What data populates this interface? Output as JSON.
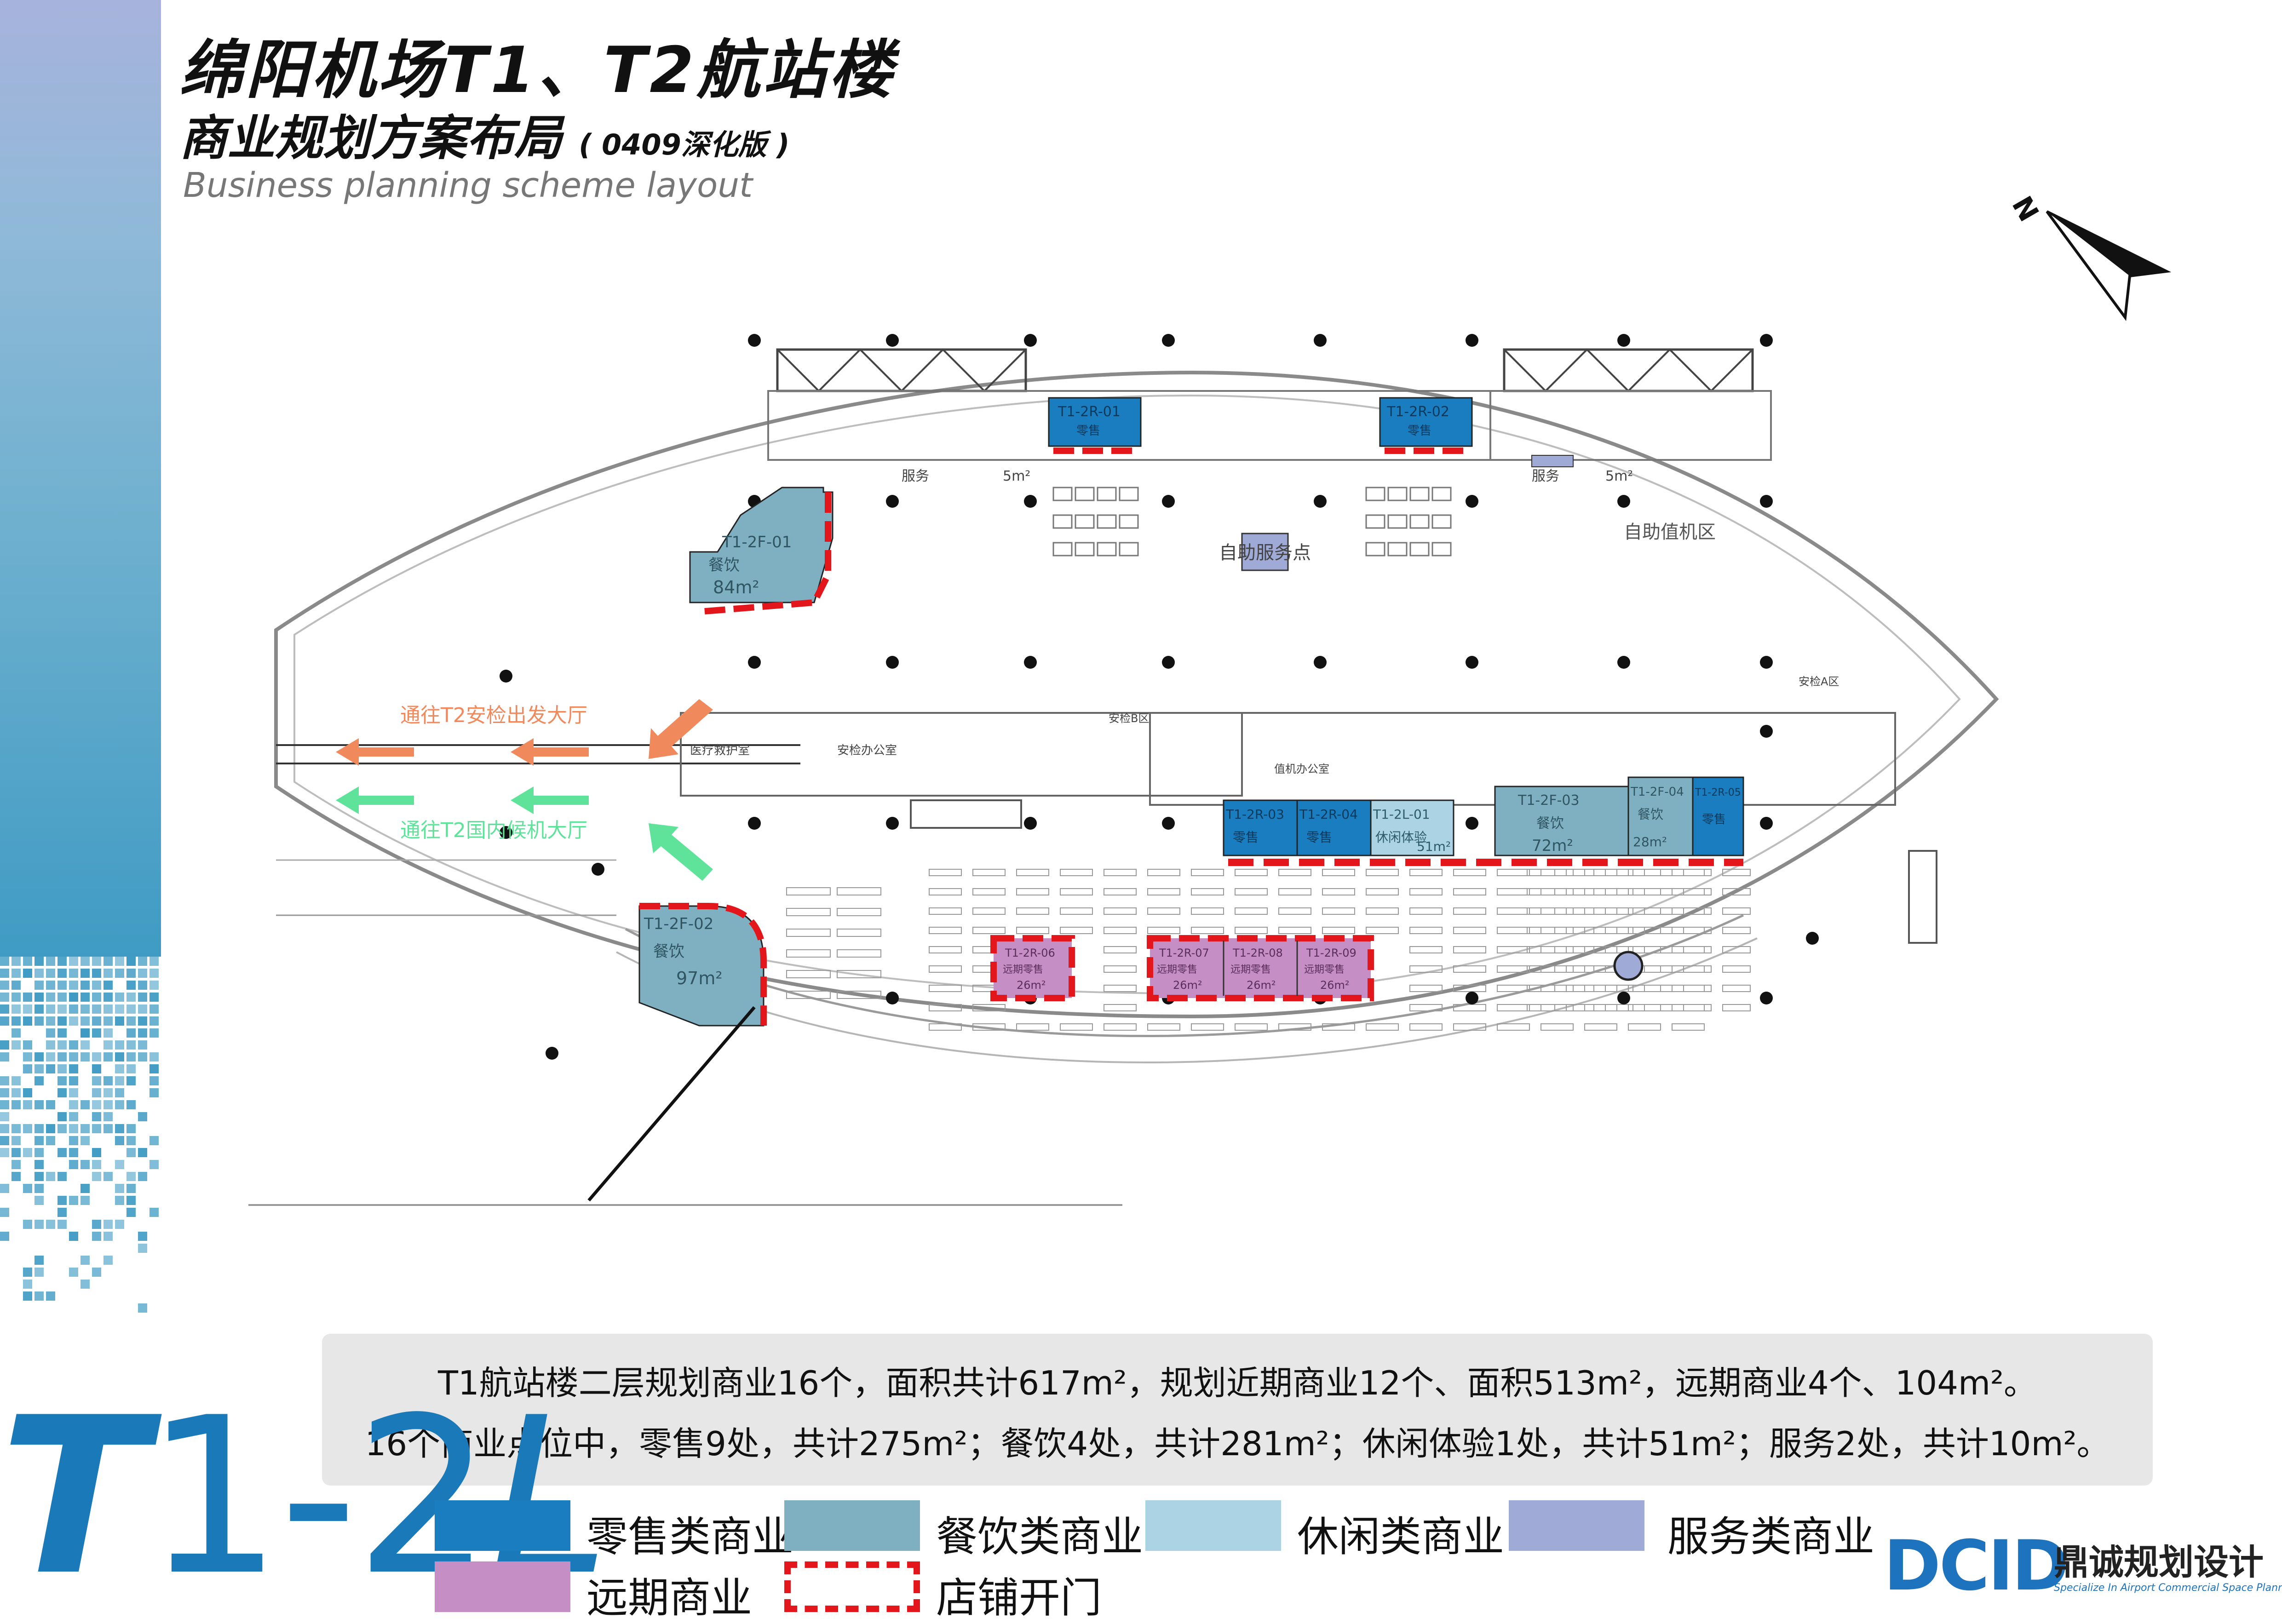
{
  "title": "绵阳机场T1、T2航站楼",
  "subtitle_cn": "商业规划方案布局",
  "version": "( 0409深化版 )",
  "subtitle_en": "Business planning scheme layout",
  "floor_code": {
    "t": "T",
    "num": "1-2",
    "l": "L"
  },
  "compass": {
    "north_label": "N"
  },
  "colors": {
    "retail": "#1a7dbf",
    "food": "#7fb0c2",
    "leisure": "#abd3e3",
    "service": "#a0aad6",
    "future": "#c58fc6",
    "door": "#e3171b",
    "arrow_orange": "#f08a5d",
    "arrow_green": "#5fe39a"
  },
  "flow_labels": {
    "to_t2_security": "通往T2安检出发大厅",
    "to_t2_domestic": "通往T2国内候机大厅"
  },
  "plan_labels": {
    "self_checkin": "自助值机区",
    "self_service_point": "自助服务点",
    "service_left": "服务",
    "service_left_area": "5m²",
    "service_right": "服务",
    "service_right_area": "5m²",
    "medical": "医疗救护室",
    "security_office": "安检办公室",
    "security_b": "安检B区",
    "security_a": "安检A区",
    "duty_office": "值机办公室"
  },
  "units": [
    {
      "code": "T1-2R-01",
      "type": "零售"
    },
    {
      "code": "T1-2R-02",
      "type": "零售"
    },
    {
      "code": "T1-2F-01",
      "type": "餐饮",
      "area": "84m²"
    },
    {
      "code": "T1-2F-02",
      "type": "餐饮",
      "area": "97m²"
    },
    {
      "code": "T1-2R-03",
      "type": "零售"
    },
    {
      "code": "T1-2R-04",
      "type": "零售"
    },
    {
      "code": "T1-2L-01",
      "type": "休闲体验",
      "area": "51m²"
    },
    {
      "code": "T1-2F-03",
      "type": "餐饮",
      "area": "72m²"
    },
    {
      "code": "T1-2F-04",
      "type": "餐饮",
      "area": "28m²"
    },
    {
      "code": "T1-2R-05",
      "type": "零售"
    },
    {
      "code": "T1-2R-06",
      "type": "远期零售",
      "area": "26m²"
    },
    {
      "code": "T1-2R-07",
      "type": "远期零售",
      "area": "26m²"
    },
    {
      "code": "T1-2R-08",
      "type": "远期零售",
      "area": "26m²"
    },
    {
      "code": "T1-2R-09",
      "type": "远期零售",
      "area": "26m²"
    }
  ],
  "summary": {
    "line1": "T1航站楼二层规划商业16个，面积共计617m²，规划近期商业12个、面积513m²，远期商业4个、104m²。",
    "line2": "16个商业点位中，零售9处，共计275m²；餐饮4处，共计281m²；休闲体验1处，共计51m²；服务2处，共计10m²。"
  },
  "legend": [
    {
      "label": "零售类商业",
      "color": "#1a7dbf"
    },
    {
      "label": "餐饮类商业",
      "color": "#7fb0c2"
    },
    {
      "label": "休闲类商业",
      "color": "#abd3e3"
    },
    {
      "label": "服务类商业",
      "color": "#a0aad6"
    },
    {
      "label": "远期商业",
      "color": "#c58fc6"
    },
    {
      "label": "店铺开门",
      "color": "#e3171b"
    }
  ],
  "logo": {
    "mark": "DCID",
    "cn": "鼎诚规划设计",
    "en": "Specialize In Airport Commercial Space Planning And Designing"
  }
}
